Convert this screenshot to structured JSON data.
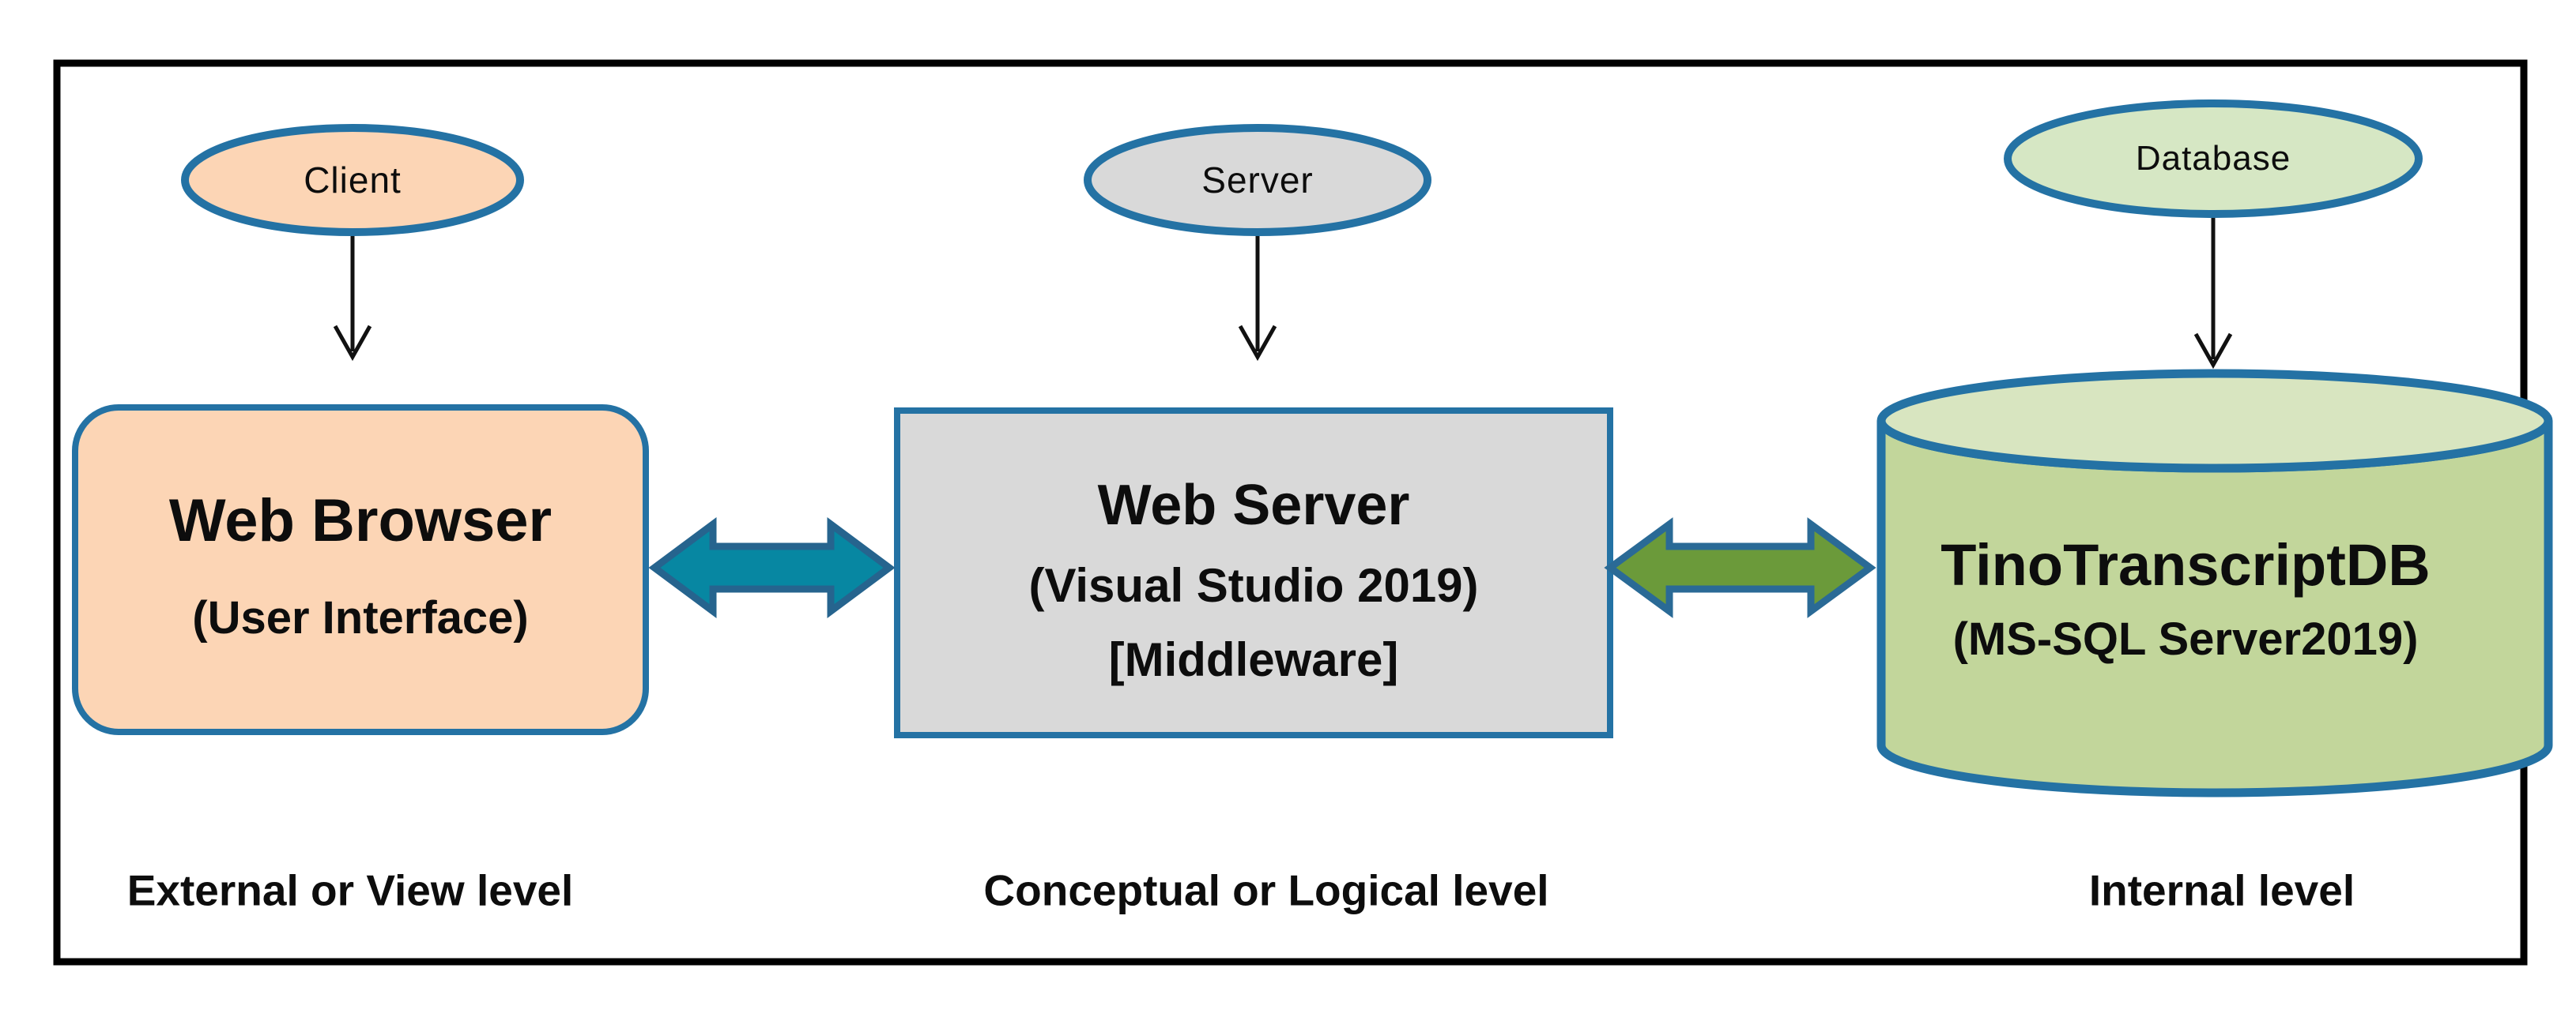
{
  "diagram": {
    "actors": {
      "client": "Client",
      "server": "Server",
      "database": "Database"
    },
    "nodes": {
      "web_browser": {
        "title": "Web Browser",
        "subtitle": "(User Interface)"
      },
      "web_server": {
        "title": "Web Server",
        "subtitle": "(Visual Studio 2019)",
        "subtitle2": "[Middleware]"
      },
      "database": {
        "title": "TinoTranscriptDB",
        "subtitle": "(MS-SQL Server2019)"
      }
    },
    "levels": {
      "external": "External or View level",
      "conceptual": "Conceptual or Logical level",
      "internal": "Internal level"
    },
    "colors": {
      "peach": "#FCD5B5",
      "gray": "#D9D9D9",
      "green_body": "#C2D69B",
      "green_top": "#D8E5C0",
      "green_ellipse": "#D6E7C4",
      "blue_stroke": "#2472A4",
      "teal_arrow": "#0787A2",
      "teal_arrow_stroke": "#26648E",
      "olive_arrow": "#6B9A3A",
      "olive_arrow_stroke": "#2A6A96",
      "connector": "#111111",
      "frame": "#000000"
    }
  }
}
